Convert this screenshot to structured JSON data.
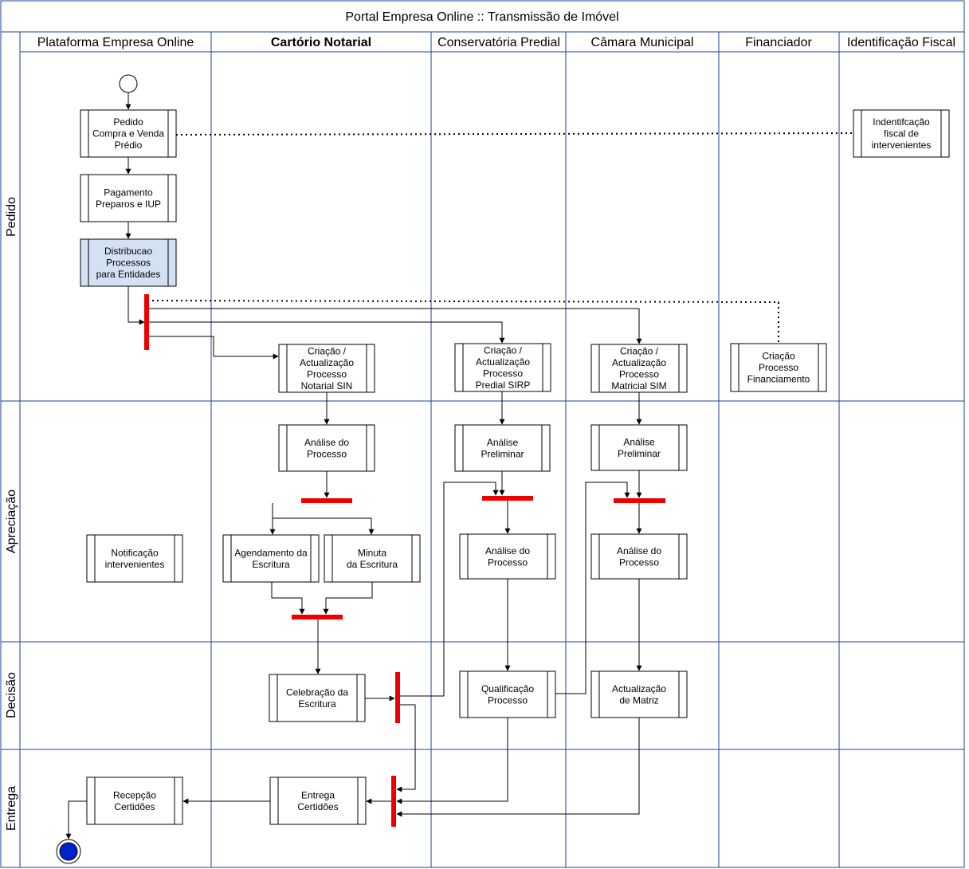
{
  "title": "Portal Empresa Online :: Transmissão de Imóvel",
  "lanes": [
    "Plataforma Empresa Online",
    "Cartório Notarial",
    "Conservatória Predial",
    "Câmara Municipal",
    "Financiador",
    "Identificação Fiscal"
  ],
  "phases": [
    "Pedido",
    "Apreciação",
    "Decisão",
    "Entrega"
  ],
  "activities": {
    "pedido_compra_venda": [
      "Pedido",
      "Compra e Venda",
      "Prédio"
    ],
    "pagamento": [
      "Pagamento",
      "Preparos e IUP"
    ],
    "distribuicao": [
      "Distribucao",
      "Processos",
      "para Entidades"
    ],
    "identificacao_fiscal": [
      "Indentifcação",
      "fiscal de",
      "intervenientes"
    ],
    "criacao_notarial": [
      "Criação /",
      "Actualização",
      "Processo",
      "Notarial SIN"
    ],
    "criacao_predial": [
      "Criação /",
      "Actualização",
      "Processo",
      "Predial SIRP"
    ],
    "criacao_matricial": [
      "Criação /",
      "Actualização",
      "Processo",
      "Matricial SIM"
    ],
    "criacao_financiamento": [
      "Criação",
      "Processo",
      "Financiamento"
    ],
    "analise_notarial": [
      "Análise do",
      "Processo"
    ],
    "analise_preliminar_predial": [
      "Análise",
      "Preliminar"
    ],
    "analise_preliminar_matricial": [
      "Análise",
      "Preliminar"
    ],
    "notificacao": [
      "Notificação",
      "intervenientes"
    ],
    "agendamento": [
      "Agendamento da",
      "Escritura"
    ],
    "minuta": [
      "Minuta",
      "da Escritura"
    ],
    "analise_predial": [
      "Análise do",
      "Processo"
    ],
    "analise_matricial": [
      "Análise do",
      "Processo"
    ],
    "celebracao": [
      "Celebração da",
      "Escritura"
    ],
    "qualificacao": [
      "Qualificação",
      "Processo"
    ],
    "actualizacao_matriz": [
      "Actualização",
      "de Matriz"
    ],
    "recepcao_certidoes": [
      "Recepção",
      "Certidões"
    ],
    "entrega_certidoes": [
      "Entrega",
      "Certidões"
    ]
  },
  "colors": {
    "border": "#1f3f9f",
    "sync_bar": "#ee0000",
    "highlight_fill": "#d4e1f5",
    "end_fill": "#0022cc"
  }
}
